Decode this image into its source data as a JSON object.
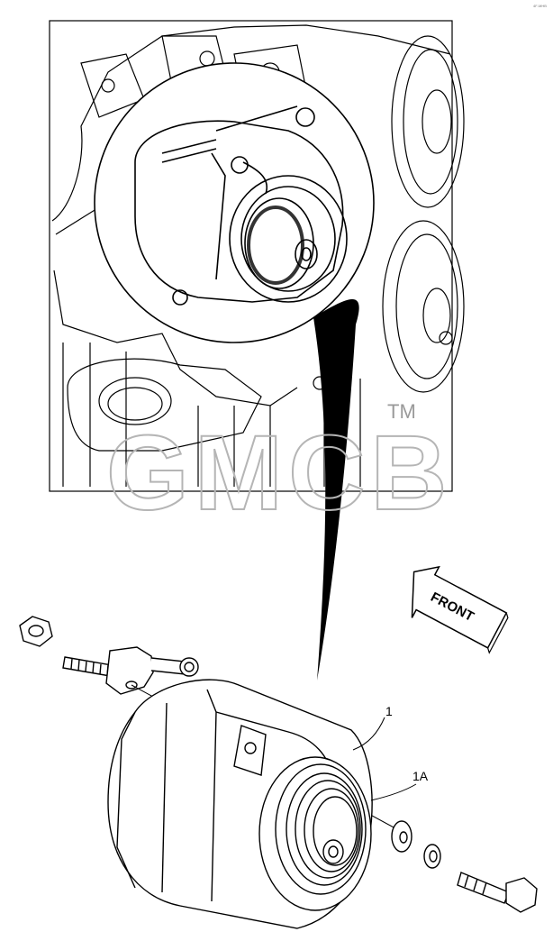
{
  "figure": {
    "callouts": [
      "1",
      "1A"
    ],
    "direction_label": "FRONT",
    "watermark": {
      "text": "GMCB",
      "trademark": "TM"
    },
    "corner_code": "4F-MHB"
  }
}
